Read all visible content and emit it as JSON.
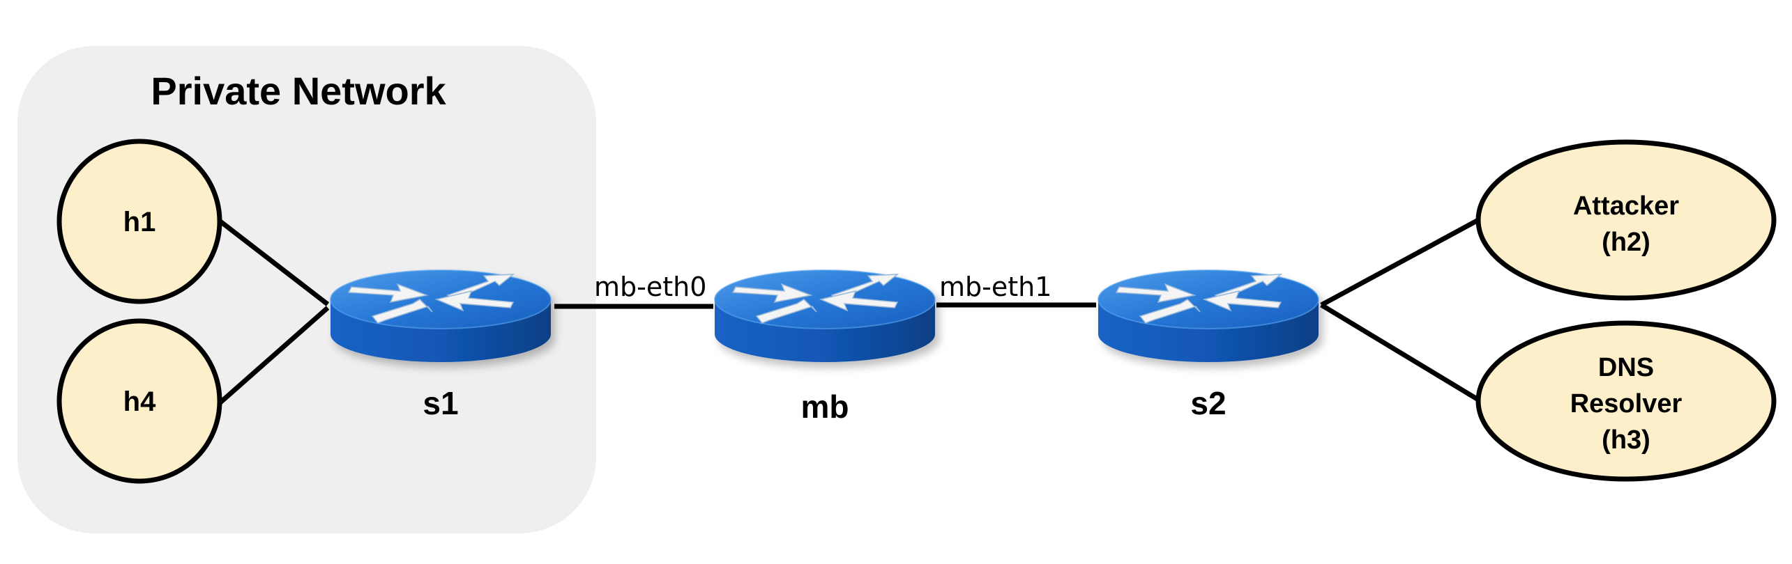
{
  "private_network": {
    "title": "Private Network"
  },
  "hosts": {
    "h1": {
      "label": "h1"
    },
    "h4": {
      "label": "h4"
    },
    "h2": {
      "line1": "Attacker",
      "line2": "(h2)"
    },
    "h3": {
      "line1": "DNS",
      "line2": "Resolver",
      "line3": "(h3)"
    }
  },
  "switches": {
    "s1": {
      "label": "s1"
    },
    "mb": {
      "label": "mb"
    },
    "s2": {
      "label": "s2"
    }
  },
  "interfaces": {
    "mb_eth0": "mb-eth0",
    "mb_eth1": "mb-eth1"
  },
  "colors": {
    "region_fill": "#efefef",
    "host_fill": "#fcefc9",
    "router_top": "#2b7fd8",
    "router_side": "#1257b5",
    "router_bottom": "#0d4690",
    "link": "#000000"
  }
}
